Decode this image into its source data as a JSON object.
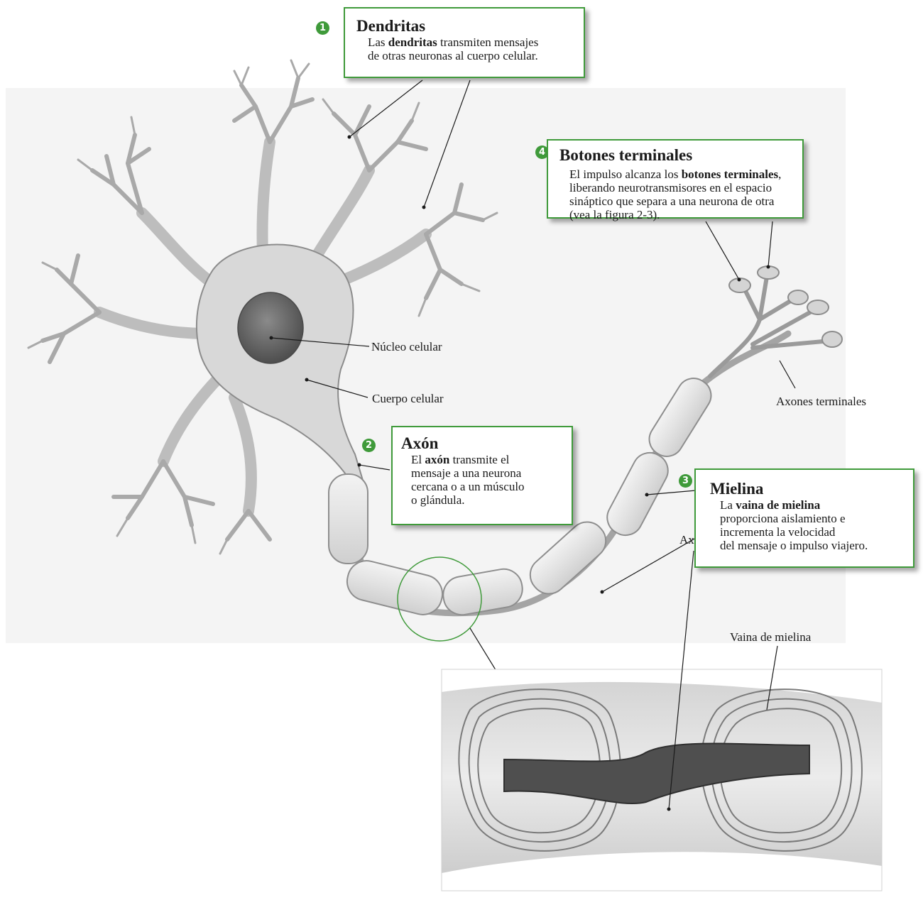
{
  "callouts": {
    "dendritas": {
      "number": "1",
      "title": "Dendritas",
      "lines": [
        {
          "pre": "Las ",
          "bold": "dendritas",
          "post": " transmiten mensajes"
        },
        {
          "pre": "de otras neuronas al cuerpo celular.",
          "bold": "",
          "post": ""
        }
      ]
    },
    "botones": {
      "number": "4",
      "title": "Botones terminales",
      "lines": [
        {
          "pre": "El impulso alcanza los ",
          "bold": "botones terminales",
          "post": ","
        },
        {
          "pre": "liberando neurotransmisores en el espacio",
          "bold": "",
          "post": ""
        },
        {
          "pre": "sináptico que separa a una neurona de otra",
          "bold": "",
          "post": ""
        },
        {
          "pre": "(vea la figura 2-3).",
          "bold": "",
          "post": ""
        }
      ]
    },
    "axon": {
      "number": "2",
      "title": "Axón",
      "lines": [
        {
          "pre": "El ",
          "bold": "axón",
          "post": " transmite el"
        },
        {
          "pre": "mensaje a una neurona",
          "bold": "",
          "post": ""
        },
        {
          "pre": "cercana o a un músculo",
          "bold": "",
          "post": ""
        },
        {
          "pre": "o glándula.",
          "bold": "",
          "post": ""
        }
      ]
    },
    "mielina": {
      "number": "3",
      "title": "Mielina",
      "lines": [
        {
          "pre": "La ",
          "bold": "vaina de mielina",
          "post": ""
        },
        {
          "pre": "proporciona aislamiento e",
          "bold": "",
          "post": ""
        },
        {
          "pre": "incrementa la velocidad",
          "bold": "",
          "post": ""
        },
        {
          "pre": "del mensaje o impulso viajero.",
          "bold": "",
          "post": ""
        }
      ]
    }
  },
  "labels": {
    "nucleo": "Núcleo celular",
    "cuerpo": "Cuerpo celular",
    "axones_terminales": "Axones terminales",
    "vaina": "Vaina de mielina",
    "axon_inset": "Axón"
  },
  "colors": {
    "accent_green": "#3f9a3a",
    "background_panel": "#f4f4f4",
    "cell_fill": "#dcdcdc",
    "cell_stroke": "#8c8c8c",
    "nucleus": "#6e6e6e"
  }
}
